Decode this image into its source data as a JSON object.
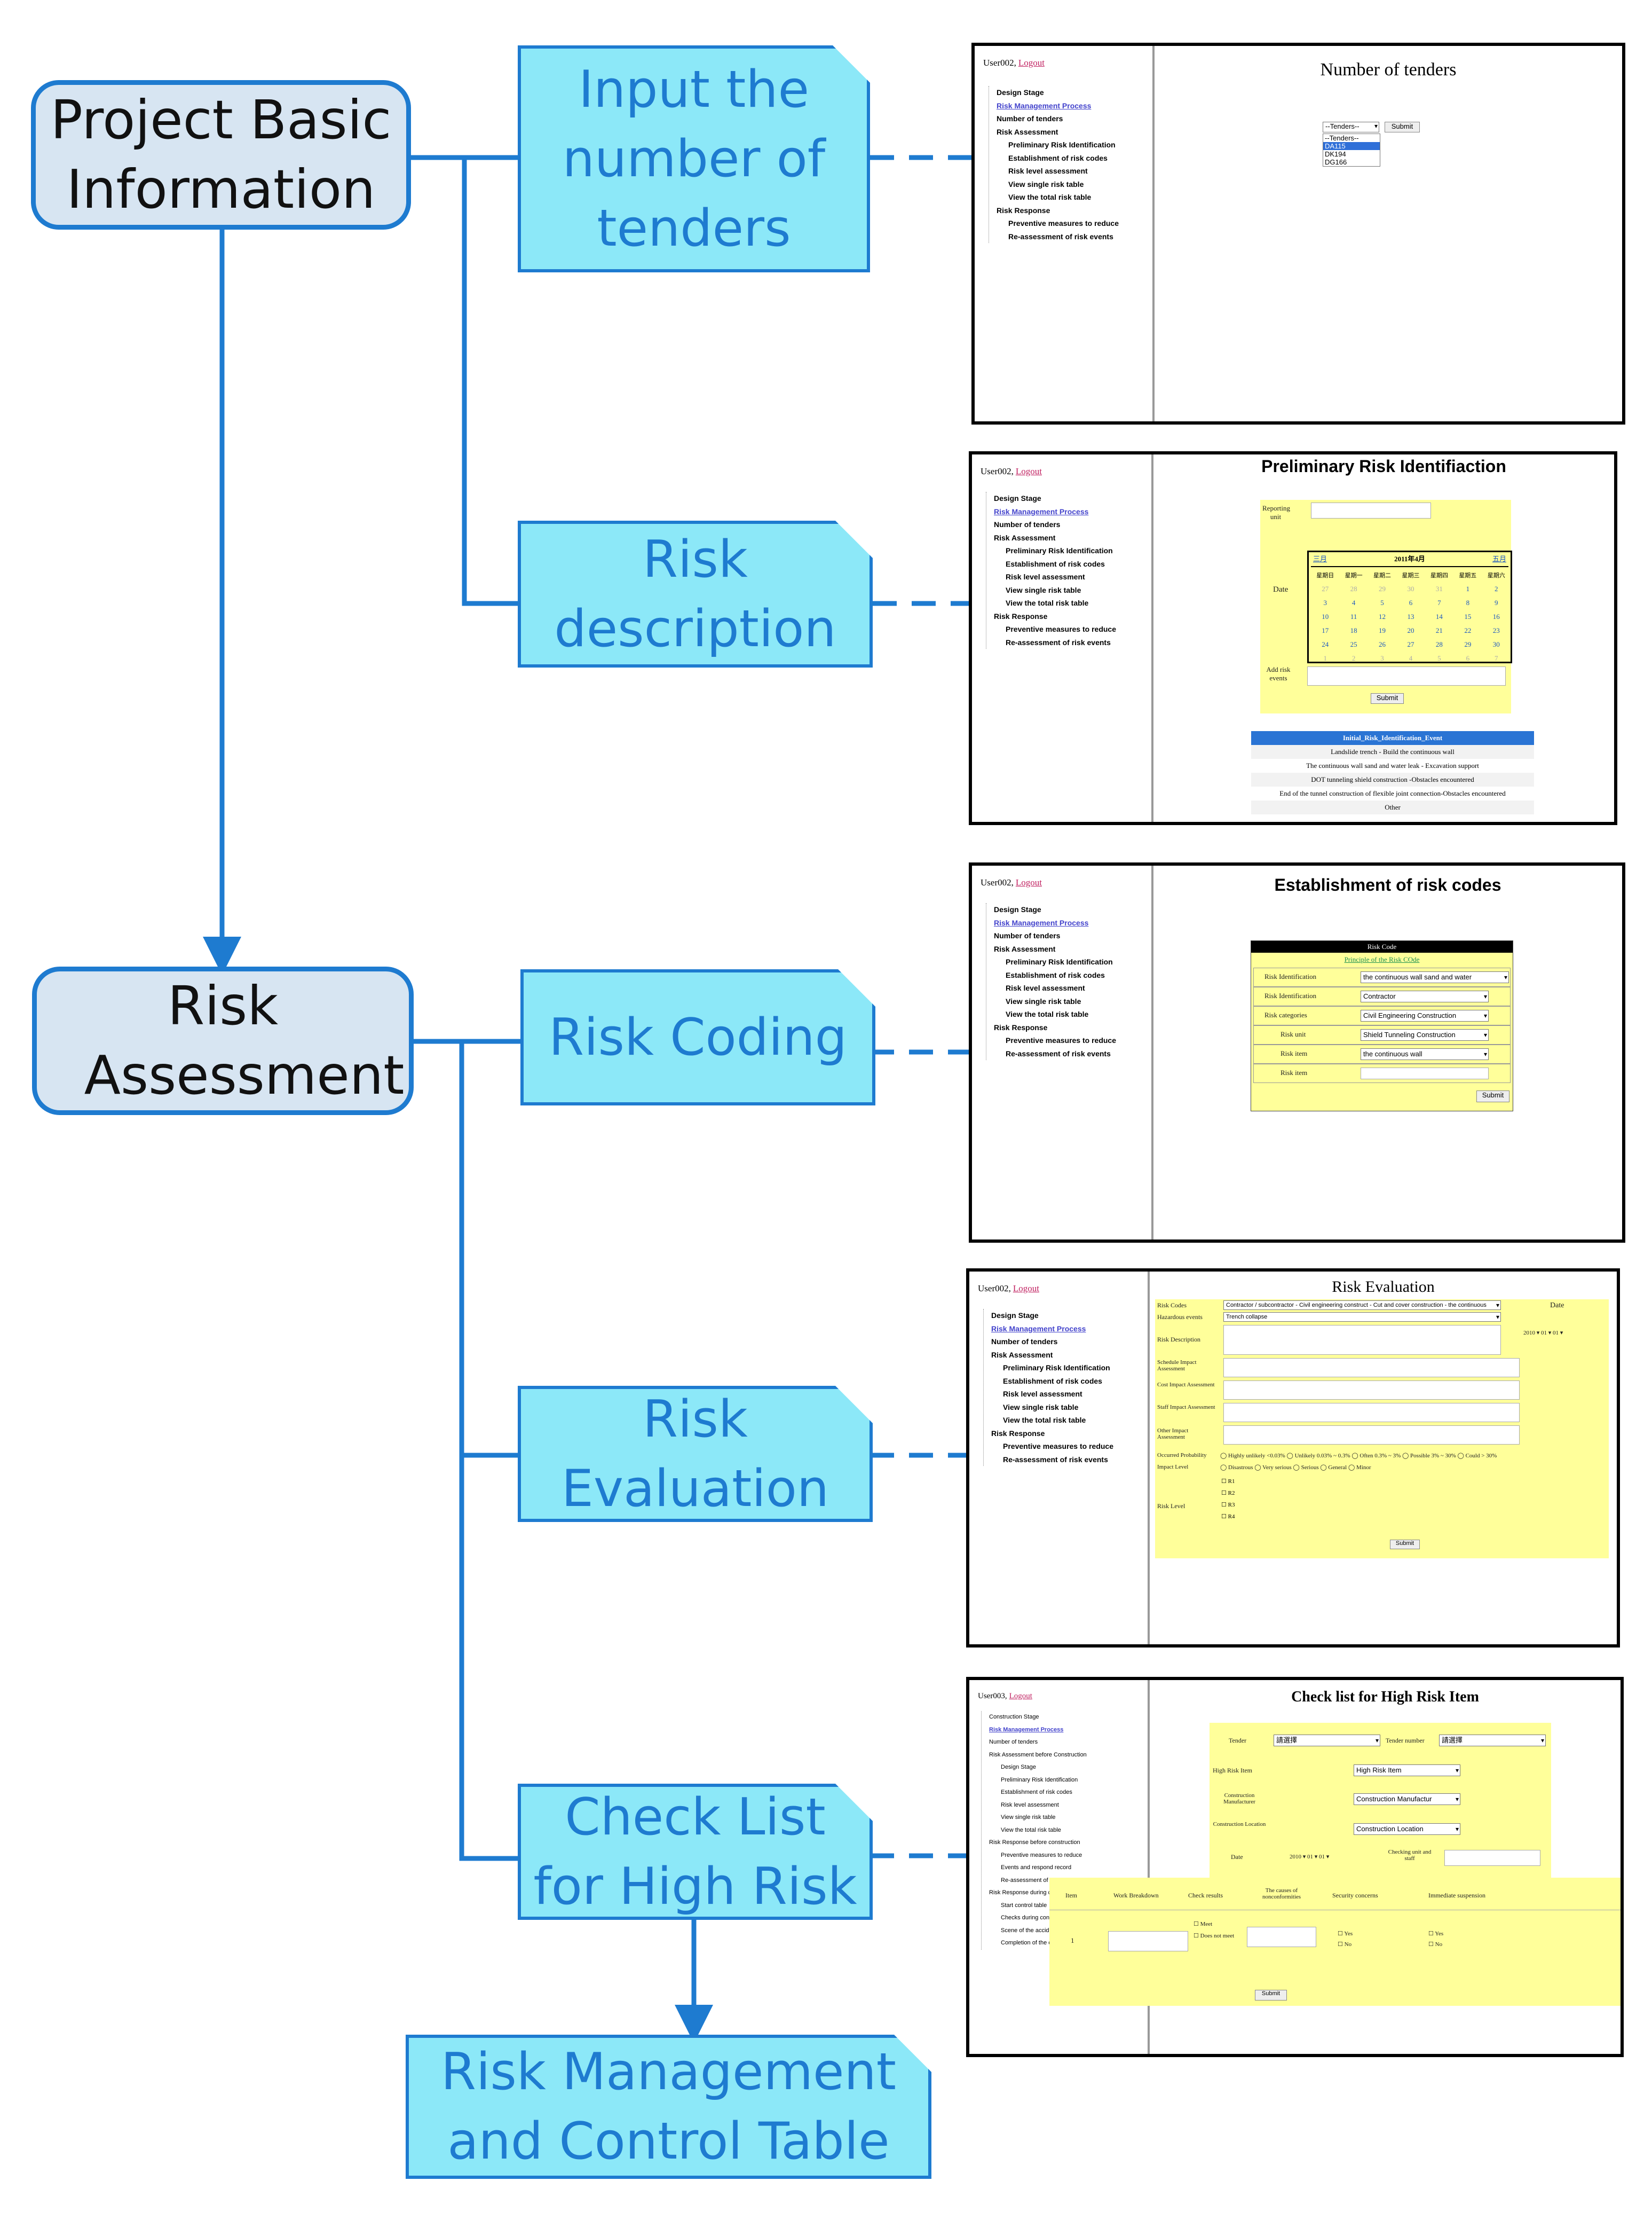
{
  "nodes": {
    "project_basic": [
      "Project Basic",
      "Information"
    ],
    "risk_assessment": [
      "Risk",
      "Assessment"
    ],
    "input_tenders": [
      "Input the",
      "number of",
      "tenders"
    ],
    "risk_description": [
      "Risk",
      "description"
    ],
    "risk_coding": [
      "Risk Coding"
    ],
    "risk_evaluation": [
      "Risk",
      "Evaluation"
    ],
    "check_list": [
      "Check List",
      "for High Risk"
    ],
    "control_table": [
      "Risk Management",
      "and Control Table"
    ]
  },
  "user": {
    "name": "User002,",
    "name_alt": "User003,",
    "logout": "Logout"
  },
  "nav": {
    "items": [
      "Design Stage",
      "Risk Management Process",
      "Number of tenders",
      "Risk Assessment",
      "Preliminary Risk Identification",
      "Establishment of risk codes",
      "Risk level assessment",
      "View single risk table",
      "View the total risk table",
      "Risk Response",
      "Preventive measures to reduce",
      "Re-assessment of risk events"
    ],
    "items_construction": [
      "Construction Stage",
      "Risk Management Process",
      "Number of tenders",
      "Risk Assessment before Construction",
      "Design Stage",
      "Preliminary Risk Identification",
      "Establishment of risk codes",
      "Risk level assessment",
      "View single risk table",
      "View the total risk table",
      "Risk Response before construction",
      "Preventive measures to reduce",
      "Events and respond record",
      "Re-assessment of risk events",
      "Risk Response during construction",
      "Start control table",
      "Checks during construction",
      "Scene of the accident investigation records",
      "Completion of the control table"
    ]
  },
  "panel1": {
    "title": "Number of tenders",
    "select_value": "--Tenders--",
    "submit": "Submit",
    "options": [
      "--Tenders--",
      "DA115",
      "DK194",
      "DG166"
    ]
  },
  "panel2": {
    "title": "Preliminary Risk Identifiaction",
    "reporting_unit": "Reporting unit",
    "date": "Date",
    "add_events": "Add risk events",
    "submit": "Submit",
    "calendar": {
      "prev": "三月",
      "month": "2011年4月",
      "next": "五月",
      "weekdays": [
        "星期日",
        "星期一",
        "星期二",
        "星期三",
        "星期四",
        "星期五",
        "星期六"
      ],
      "weeks": [
        [
          "27",
          "28",
          "29",
          "30",
          "31",
          "1",
          "2"
        ],
        [
          "3",
          "4",
          "5",
          "6",
          "7",
          "8",
          "9"
        ],
        [
          "10",
          "11",
          "12",
          "13",
          "14",
          "15",
          "16"
        ],
        [
          "17",
          "18",
          "19",
          "20",
          "21",
          "22",
          "23"
        ],
        [
          "24",
          "25",
          "26",
          "27",
          "28",
          "29",
          "30"
        ],
        [
          "1",
          "2",
          "3",
          "4",
          "5",
          "6",
          "7"
        ]
      ]
    },
    "event_header": "Initial_Risk_Identification_Event",
    "events": [
      "Landslide trench - Build the continuous wall",
      "The continuous wall sand and water leak - Excavation support",
      "DOT tunneling shield construction -Obstacles encountered",
      "End of the tunnel construction of flexible joint connection-Obstacles encountered",
      "Other"
    ]
  },
  "panel3": {
    "title": "Establishment of risk codes",
    "header": "Risk Code",
    "principle": "Principle of the Risk COde",
    "rows": [
      {
        "label": "Risk Identification",
        "value": "the continuous wall sand and water"
      },
      {
        "label": "Risk Identification",
        "value": "Contractor"
      },
      {
        "label": "Risk categories",
        "value": "Civil Engineering Construction"
      },
      {
        "label": "Risk unit",
        "value": "Shield Tunneling Construction"
      },
      {
        "label": "Risk item",
        "value": "the continuous wall"
      },
      {
        "label": "Risk item",
        "value": ""
      }
    ],
    "submit": "Submit"
  },
  "panel4": {
    "title": "Risk Evaluation",
    "risk_codes_label": "Risk Codes",
    "risk_codes_value": "Contractor / subcontractor - Civil engineering construct - Cut and cover construction - the continuous",
    "date_label": "Date",
    "date_value": "2010 ▾ 01 ▾ 01 ▾",
    "hazard_label": "Hazardous events",
    "hazard_value": "Trench collapse",
    "desc_label": "Risk Description",
    "impacts": [
      "Schedule Impact Assessment",
      "Cost Impact Assessment",
      "Staff Impact Assessment",
      "Other Impact Assessment"
    ],
    "prob_label": "Occurred Probability",
    "prob_options": "◯ Highly unlikely <0.03%  ◯ Unlikely 0.03% ~ 0.3%  ◯ Often 0.3% ~ 3%  ◯ Possible 3% ~ 30%  ◯ Could > 30%",
    "impact_label": "Impact Level",
    "impact_options": "◯ Disastrous  ◯ Very serious  ◯ Serious  ◯ General  ◯ Minor",
    "level_label": "Risk Level",
    "levels": [
      "R1",
      "R2",
      "R3",
      "R4"
    ],
    "submit": "Submit"
  },
  "panel5": {
    "title": "Check list for High Risk Item",
    "tender_label": "Tender",
    "tender_value": "請選擇",
    "tender_num_label": "Tender number",
    "tender_num_value": "請選擇",
    "high_label": "High Risk Item",
    "high_value": "High Risk Item",
    "manufacturer_label": "Construction Manufacturer",
    "manufacturer_value": "Construction Manufactur",
    "location_label": "Construction Location",
    "location_value": "Construction Location",
    "date_label": "Date",
    "date_value": "2010 ▾ 01 ▾ 01 ▾",
    "checking_label": "Checking unit and staff",
    "columns": [
      "Item",
      "Work Breakdown",
      "Check results",
      "The causes of nonconformities",
      "Security concerns",
      "Immediate suspension"
    ],
    "row_item": "1",
    "check_meet": "Meet",
    "check_not": "Does not meet",
    "yes": "Yes",
    "no": "No",
    "submit": "Submit"
  }
}
